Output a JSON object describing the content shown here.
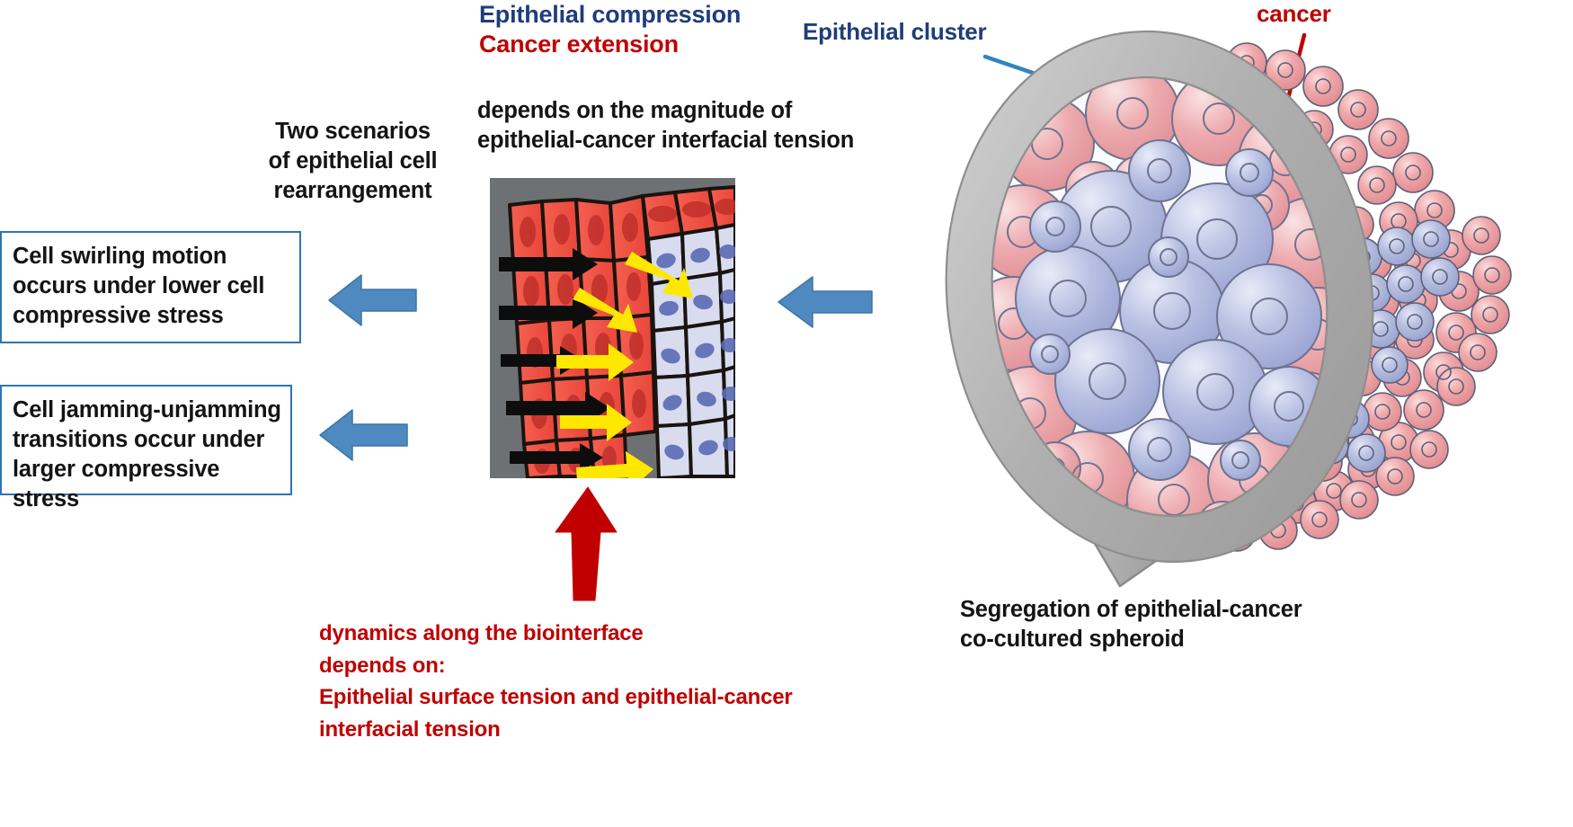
{
  "figure": {
    "title_lines": {
      "epithelial_compression": "Epithelial compression",
      "cancer_extension": "Cancer extension",
      "depends_on_magnitude": "depends on the magnitude of\nepithelial-cancer interfacial tension"
    },
    "left_heading": "Two scenarios\nof epithelial cell\nrearrangement",
    "statements": [
      {
        "id": "swirling",
        "text": "Cell swirling motion\noccurs under lower cell\ncompressive stress"
      },
      {
        "id": "jamming",
        "text": "Cell jamming-unjamming\ntransitions occur under\nlarger compressive stress"
      }
    ],
    "bottom_note": "dynamics along the biointerface\ndepends on:\nEpithelial surface tension and epithelial-cancer\ninterfacial tension",
    "spheroid_caption": "Segregation of epithelial-cancer\nco-cultured spheroid",
    "callouts": {
      "epithelial_cluster": "Epithelial cluster",
      "cancer": "cancer"
    },
    "colors": {
      "blue_text": "#1f3d7a",
      "red_text": "#c00000",
      "black_text": "#141414",
      "box_border": "#2e74b5",
      "blue_arrow": "#4e89bf",
      "red_arrow": "#c00000",
      "panel_background": "#6e7174",
      "cancer_cell": "#ef5350",
      "epithelial_cell": "#d8dcee",
      "yellow_arrow": "#ffe800",
      "glass_rim": "#b2b2b2"
    },
    "icons": {
      "black_arrow": "compression-arrow-icon",
      "yellow_arrow": "extension-arrow-icon",
      "blue_block_arrow": "block-arrow-left-icon",
      "red_block_arrow": "block-arrow-up-icon",
      "magnifier": "magnifier-icon"
    }
  }
}
